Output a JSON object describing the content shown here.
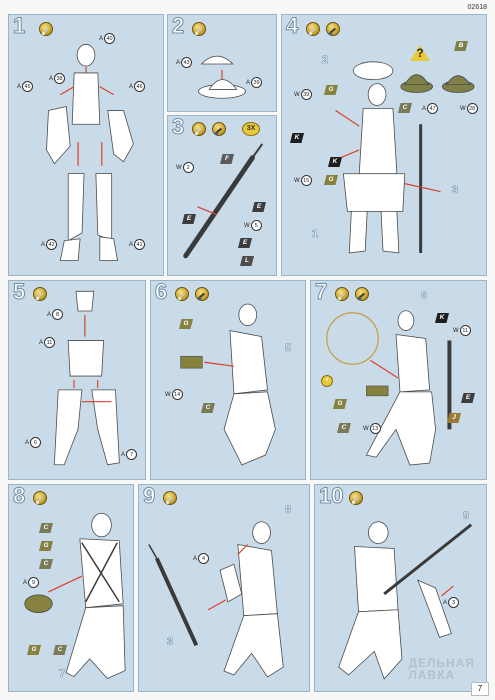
{
  "sheet": {
    "code": "02618",
    "page_number": "7"
  },
  "watermark": {
    "line1": "ДЕЛЬНАЯ",
    "line2": "ЛАВКА"
  },
  "colors": {
    "panel": "#c9dbe9",
    "panel_border": "#98b5cc",
    "G": "#86813e",
    "F": "#5b5b5b",
    "E": "#3d3d3d",
    "L": "#4c4c4c",
    "K": "#1e1e1e",
    "C": "#7a7a57",
    "J": "#9c7a33",
    "B": "#7e8047"
  },
  "steps": [
    {
      "number": "1",
      "callouts": [
        "40",
        "38",
        "45",
        "46",
        "42",
        "41"
      ],
      "part_letter": "A"
    },
    {
      "number": "2",
      "callouts": [
        "43",
        "39"
      ],
      "part_letter": "A"
    },
    {
      "number": "3",
      "badge": "3X",
      "callouts": [
        "2",
        "5"
      ],
      "part_letter": "W",
      "tags": [
        "F",
        "E",
        "E",
        "E",
        "L"
      ]
    },
    {
      "number": "4",
      "callouts": [
        "39",
        "15",
        "47",
        "28"
      ],
      "tags": [
        "G",
        "K",
        "K",
        "G",
        "C",
        "B"
      ],
      "part_labels": [
        "2",
        "1",
        "3"
      ],
      "question": "?"
    },
    {
      "number": "5",
      "callouts": [
        "8",
        "11",
        "6",
        "7"
      ],
      "part_letter": "A"
    },
    {
      "number": "6",
      "callouts": [
        "14"
      ],
      "tags": [
        "G",
        "C"
      ],
      "part_labels": [
        "5"
      ]
    },
    {
      "number": "7",
      "callouts": [
        "11",
        "13"
      ],
      "tags": [
        "K",
        "G",
        "C",
        "J",
        "E"
      ],
      "part_labels": [
        "6"
      ],
      "star": "*"
    },
    {
      "number": "8",
      "callouts": [
        "9"
      ],
      "tags": [
        "C",
        "G",
        "C",
        "G",
        "C"
      ],
      "part_labels": [
        "7"
      ]
    },
    {
      "number": "9",
      "callouts": [
        "4"
      ],
      "part_labels": [
        "8",
        "3"
      ]
    },
    {
      "number": "10",
      "callouts": [
        "3"
      ],
      "part_labels": [
        "9"
      ]
    }
  ]
}
